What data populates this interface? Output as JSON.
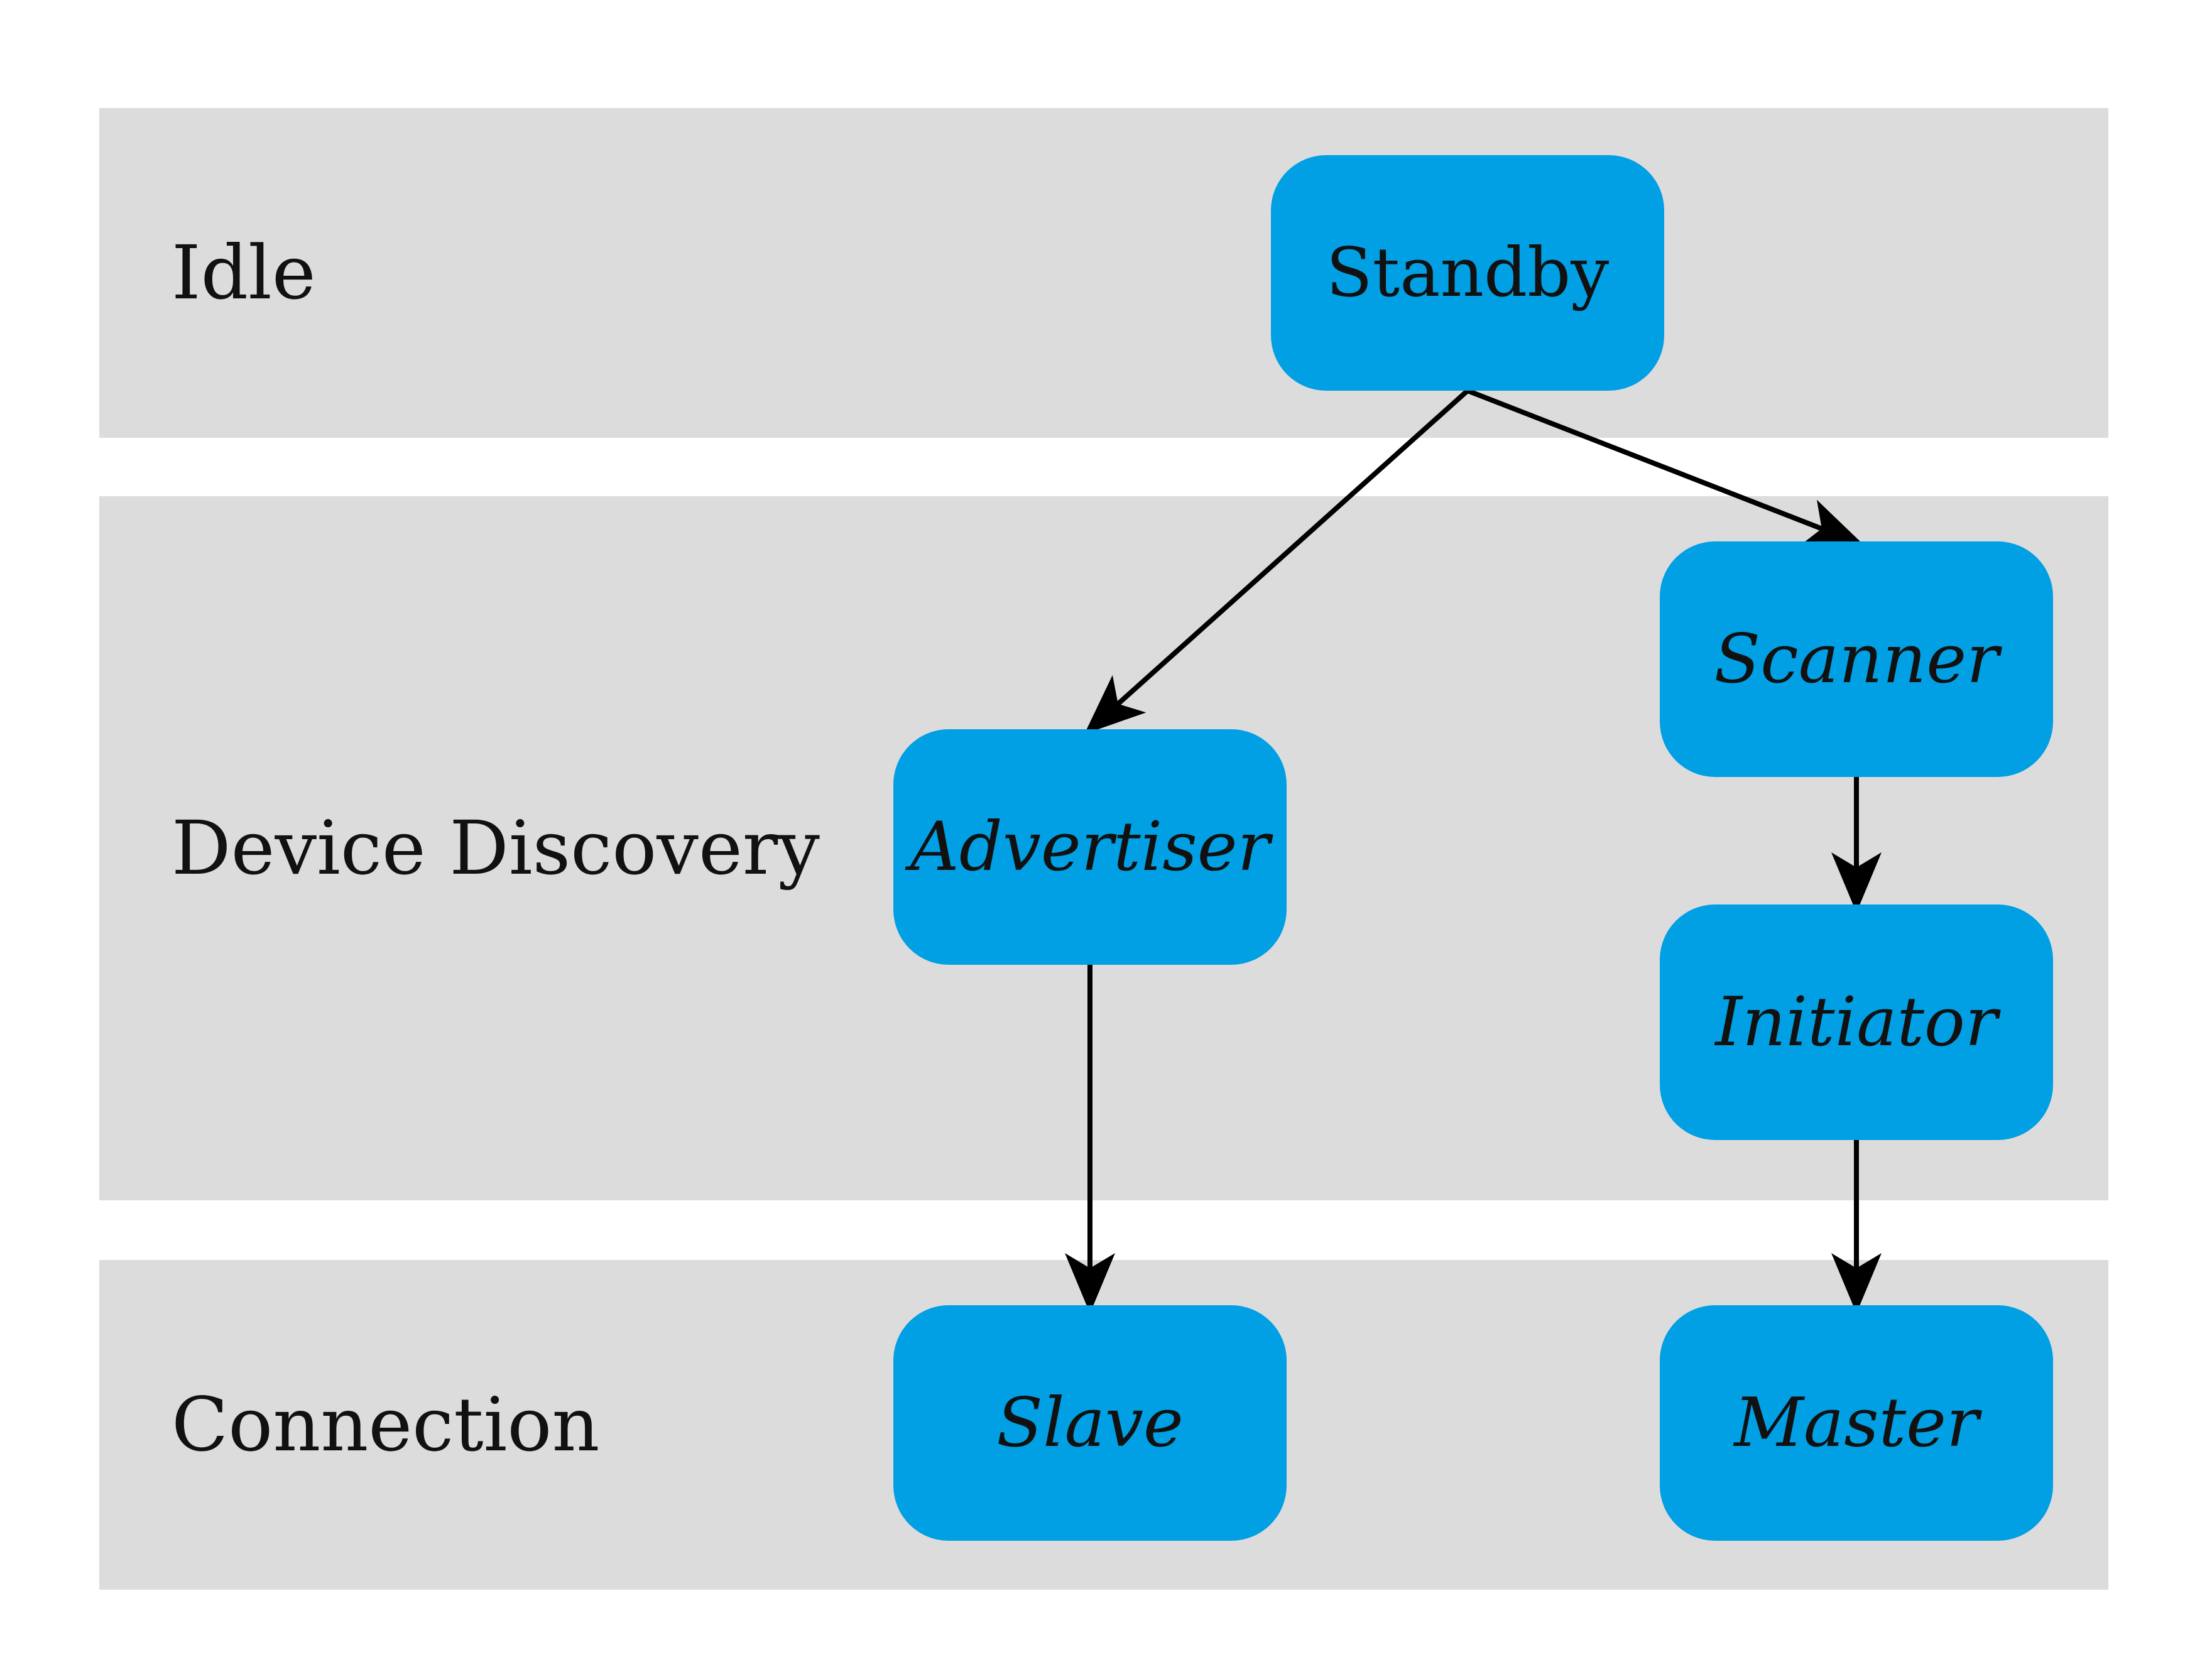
{
  "colors": {
    "band": "#dcdcdc",
    "node": "#019fe3",
    "edge": "#000000"
  },
  "bands": [
    {
      "label": "Idle"
    },
    {
      "label": "Device Discovery"
    },
    {
      "label": "Connection"
    }
  ],
  "nodes": {
    "standby": {
      "label": "Standby"
    },
    "scanner": {
      "label": "Scanner"
    },
    "advertiser": {
      "label": "Advertiser"
    },
    "initiator": {
      "label": "Initiator"
    },
    "slave": {
      "label": "Slave"
    },
    "master": {
      "label": "Master"
    }
  },
  "edges": [
    {
      "from": "Standby",
      "to": "Advertiser"
    },
    {
      "from": "Standby",
      "to": "Scanner"
    },
    {
      "from": "Scanner",
      "to": "Initiator"
    },
    {
      "from": "Advertiser",
      "to": "Slave"
    },
    {
      "from": "Initiator",
      "to": "Master"
    }
  ]
}
